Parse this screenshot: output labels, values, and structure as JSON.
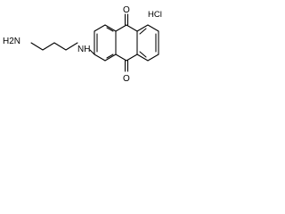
{
  "structure": {
    "atoms": {
      "amine_h2n": "H2N",
      "amine_nh": "NH",
      "oxygen_top": "O",
      "oxygen_bottom": "O",
      "hydrochloride": "HCl"
    }
  }
}
